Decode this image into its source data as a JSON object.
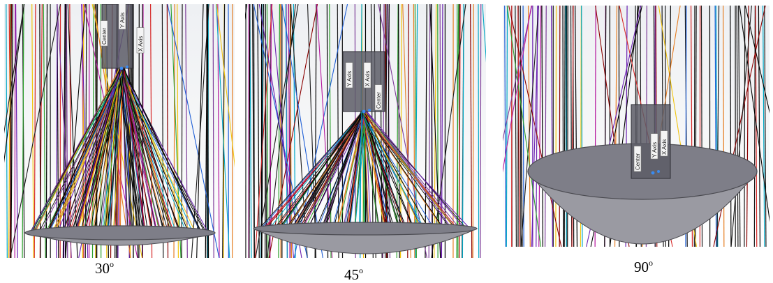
{
  "panels": [
    {
      "id": "p1",
      "caption": {
        "value": "30",
        "unit": "o"
      },
      "labels": [
        "Center",
        "Y Axis",
        "X Axis"
      ]
    },
    {
      "id": "p2",
      "caption": {
        "value": "45",
        "unit": "o"
      },
      "labels": [
        "Y Axis",
        "X Axis",
        "Center"
      ]
    },
    {
      "id": "p3",
      "caption": {
        "value": "90",
        "unit": "o"
      },
      "labels": [
        "Center",
        "Y Axis",
        "X Axis"
      ]
    }
  ],
  "colors": {
    "rays": [
      "#000000",
      "#1a1a1a",
      "#d62828",
      "#6a1fb0",
      "#2ca02c",
      "#1f5fd6",
      "#f1c40f",
      "#e67e22",
      "#b5179e",
      "#00a7c4",
      "#8b0000",
      "#7d3c98"
    ],
    "dish": "#9a9aa2",
    "dish_rim": "#4a4a50",
    "sensor_block": "#5c5c66"
  }
}
